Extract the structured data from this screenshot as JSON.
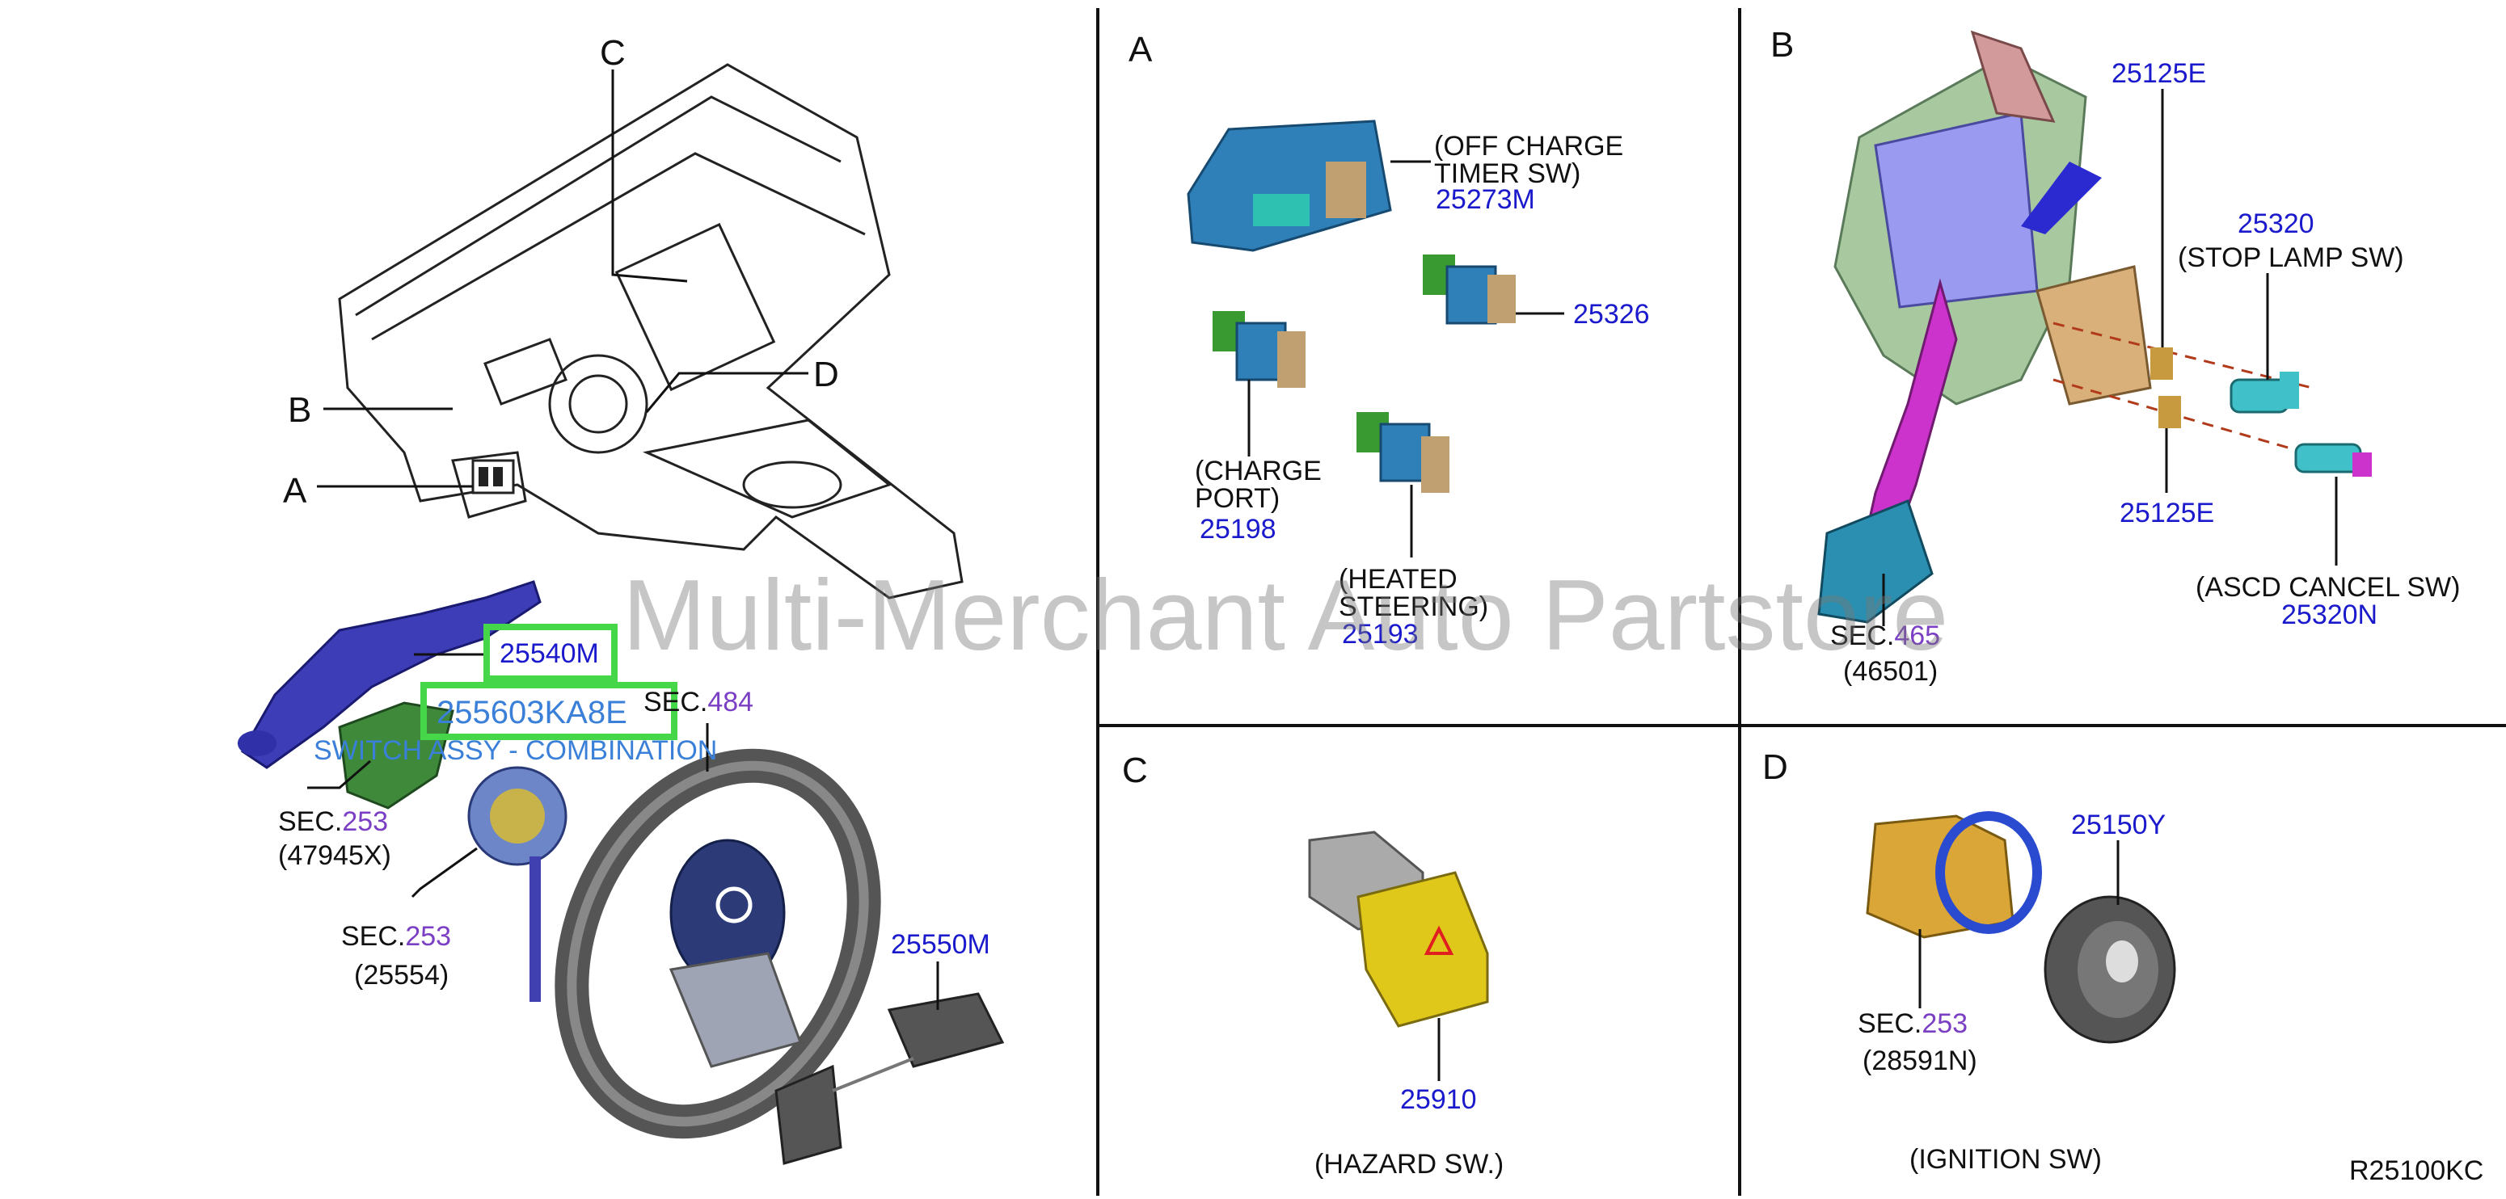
{
  "panels": {
    "a": "A",
    "b": "B",
    "c": "C",
    "d": "D"
  },
  "overview": {
    "c": "C",
    "b": "B",
    "a": "A",
    "d": "D"
  },
  "left": {
    "p25540m": "25540M",
    "p255603": "255603KA8E",
    "switch_assy": "SWITCH ASSY - COMBINATION",
    "sec1": "SEC.",
    "sec1_num": "253",
    "sec1_part": "(47945X)",
    "sec2": "SEC.",
    "sec2_num": "253",
    "sec2_part": "(25554)",
    "sec3": "SEC.",
    "sec3_num": "484",
    "p25550m": "25550M"
  },
  "panel_a": {
    "off1": "(OFF CHARGE",
    "off2": "TIMER SW)",
    "p25273m": "25273M",
    "p25326": "25326",
    "ch1": "(CHARGE",
    "ch2": "PORT)",
    "p25198": "25198",
    "ht1": "(HEATED",
    "ht2": "STEERING)",
    "p25193": "25193"
  },
  "panel_b": {
    "p25125e_top": "25125E",
    "p25320": "25320",
    "stop": "(STOP LAMP SW)",
    "p25125e_bot": "25125E",
    "ascd": "(ASCD CANCEL SW)",
    "p25320n": "25320N",
    "sec": "SEC.",
    "sec_num": "465",
    "sec_part": "(46501)"
  },
  "panel_c": {
    "p25910": "25910",
    "hazard": "(HAZARD SW.)"
  },
  "panel_d": {
    "p25150y": "25150Y",
    "sec": "SEC.",
    "sec_num": "253",
    "sec_part": "(28591N)",
    "ignition": "(IGNITION SW)",
    "ref": "R25100KC"
  },
  "watermark": "Multi-Merchant Auto Partstore",
  "colors": {
    "part_blue": "#1a1acc",
    "sec_purple": "#7b3fc4",
    "highlight_green": "#46d64a",
    "switch_label": "#3a7fd8",
    "switch_body": "#2f7fb8",
    "plug_green": "#3a9a32",
    "hazard_yellow": "#e0c81a",
    "pedal_magenta": "#cc33cc",
    "bracket_pink": "#d29a9a",
    "ignition_gold": "#d9a637"
  }
}
